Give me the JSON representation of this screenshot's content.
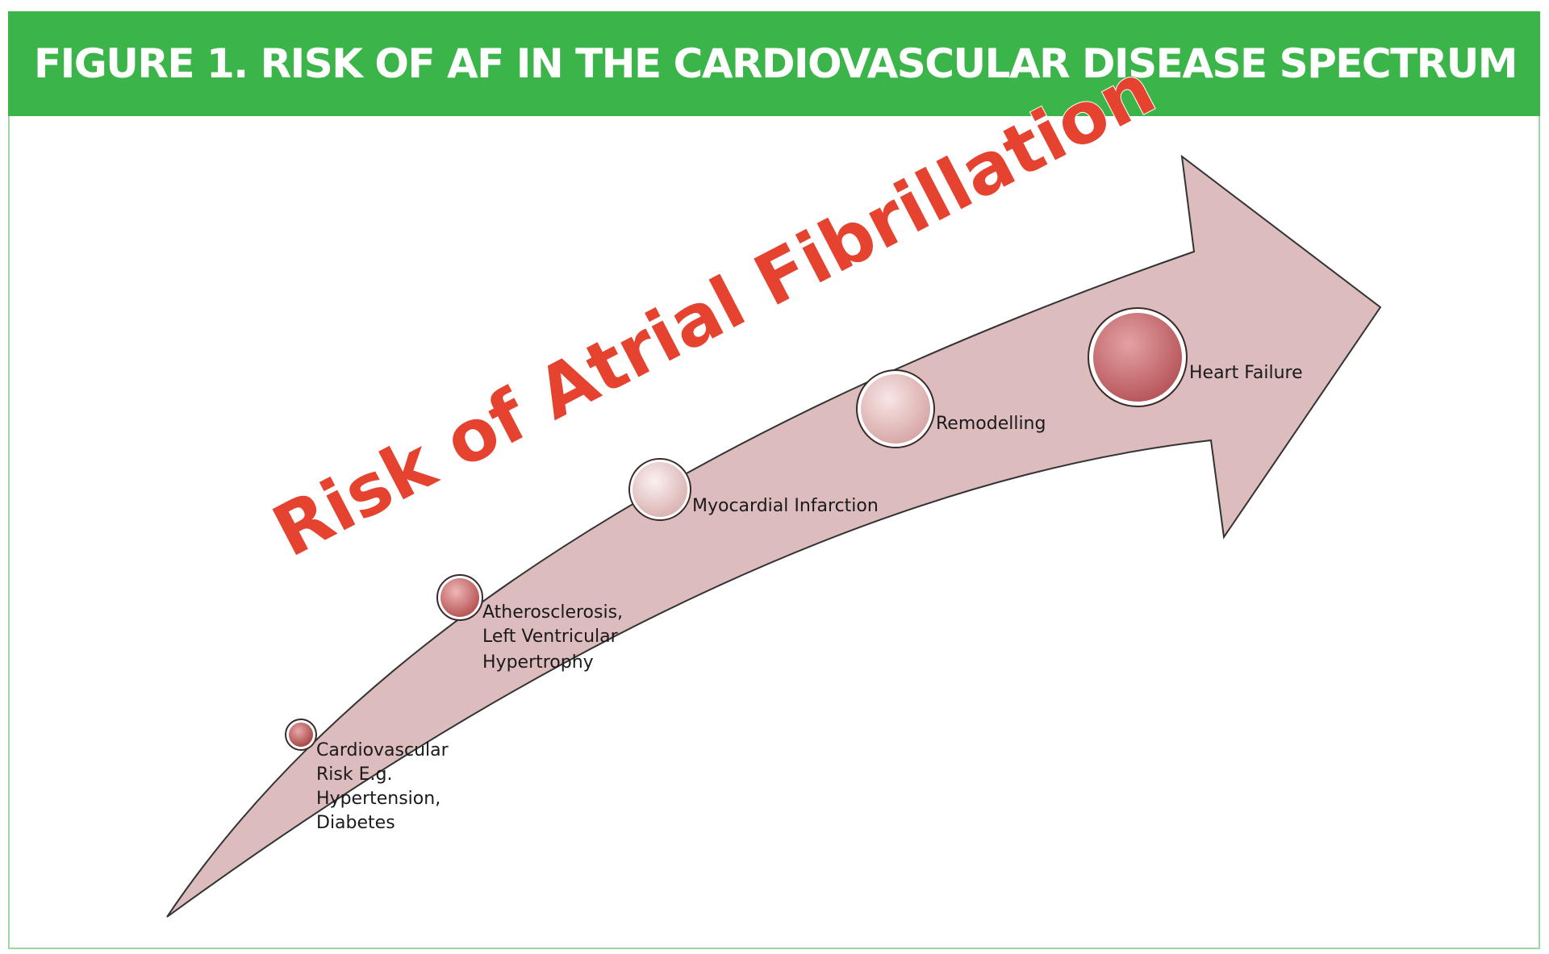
{
  "figure": {
    "title": "FIGURE 1. RISK OF AF IN THE CARDIOVASCULAR DISEASE SPECTRUM"
  },
  "arrow": {
    "label": "Risk of Atrial Fibrillation",
    "label_color": "#e5432f",
    "fill_color": "#dcbcbc"
  },
  "stages": [
    {
      "lines": [
        "Cardiovascular",
        "Risk E.g.",
        "Hypertension,",
        "Diabetes"
      ],
      "marker_color": "#b45858"
    },
    {
      "lines": [
        "Atherosclerosis,",
        "Left Ventricular",
        "Hypertrophy"
      ],
      "marker_color": "#c26464"
    },
    {
      "lines": [
        "Myocardial Infarction"
      ],
      "marker_color": "#ecd2d2"
    },
    {
      "lines": [
        "Remodelling"
      ],
      "marker_color": "#e8c4c4"
    },
    {
      "lines": [
        "Heart Failure"
      ],
      "marker_color": "#c86e72"
    }
  ],
  "colors": {
    "header_bg": "#3bb54a",
    "header_text": "#ffffff",
    "frame_border": "#9fd6a8"
  }
}
